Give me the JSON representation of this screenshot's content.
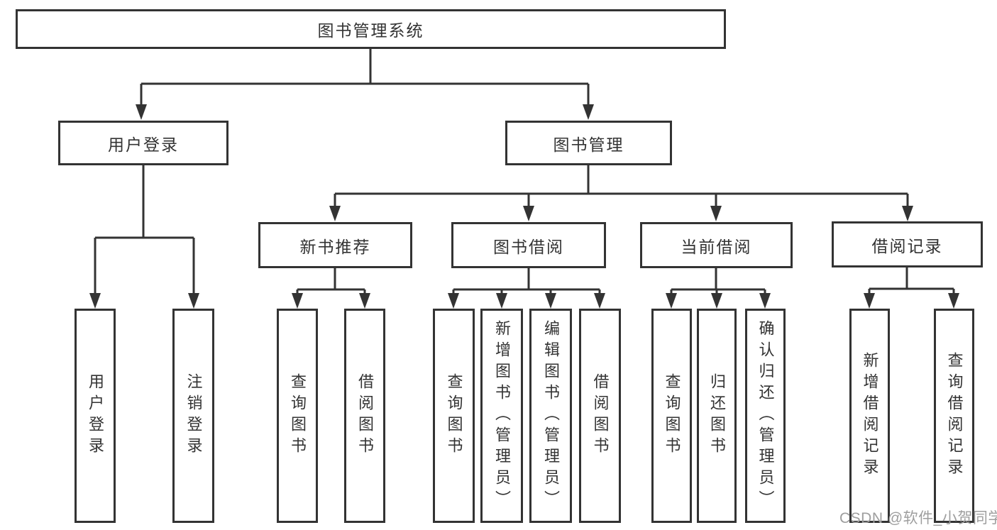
{
  "tree": {
    "label": "图书管理系统",
    "children": [
      {
        "label": "用户登录",
        "children": [
          {
            "label": "用户登录"
          },
          {
            "label": "注销登录"
          }
        ]
      },
      {
        "label": "图书管理",
        "children": [
          {
            "label": "新书推荐",
            "children": [
              {
                "label": "查询图书"
              },
              {
                "label": "借阅图书"
              }
            ]
          },
          {
            "label": "图书借阅",
            "children": [
              {
                "label": "查询图书"
              },
              {
                "label": "新增图书（管理员）"
              },
              {
                "label": "编辑图书（管理员）"
              },
              {
                "label": "借阅图书"
              }
            ]
          },
          {
            "label": "当前借阅",
            "children": [
              {
                "label": "查询图书"
              },
              {
                "label": "归还图书"
              },
              {
                "label": "确认归还（管理员）"
              }
            ]
          },
          {
            "label": "借阅记录",
            "children": [
              {
                "label": "新增借阅记录"
              },
              {
                "label": "查询借阅记录"
              }
            ]
          }
        ]
      }
    ]
  },
  "watermark": "CSDN @软件_小贺同学",
  "colors": {
    "line": "#333333",
    "text": "#333333",
    "background": "#ffffff",
    "watermark": "#9e9e9e"
  }
}
